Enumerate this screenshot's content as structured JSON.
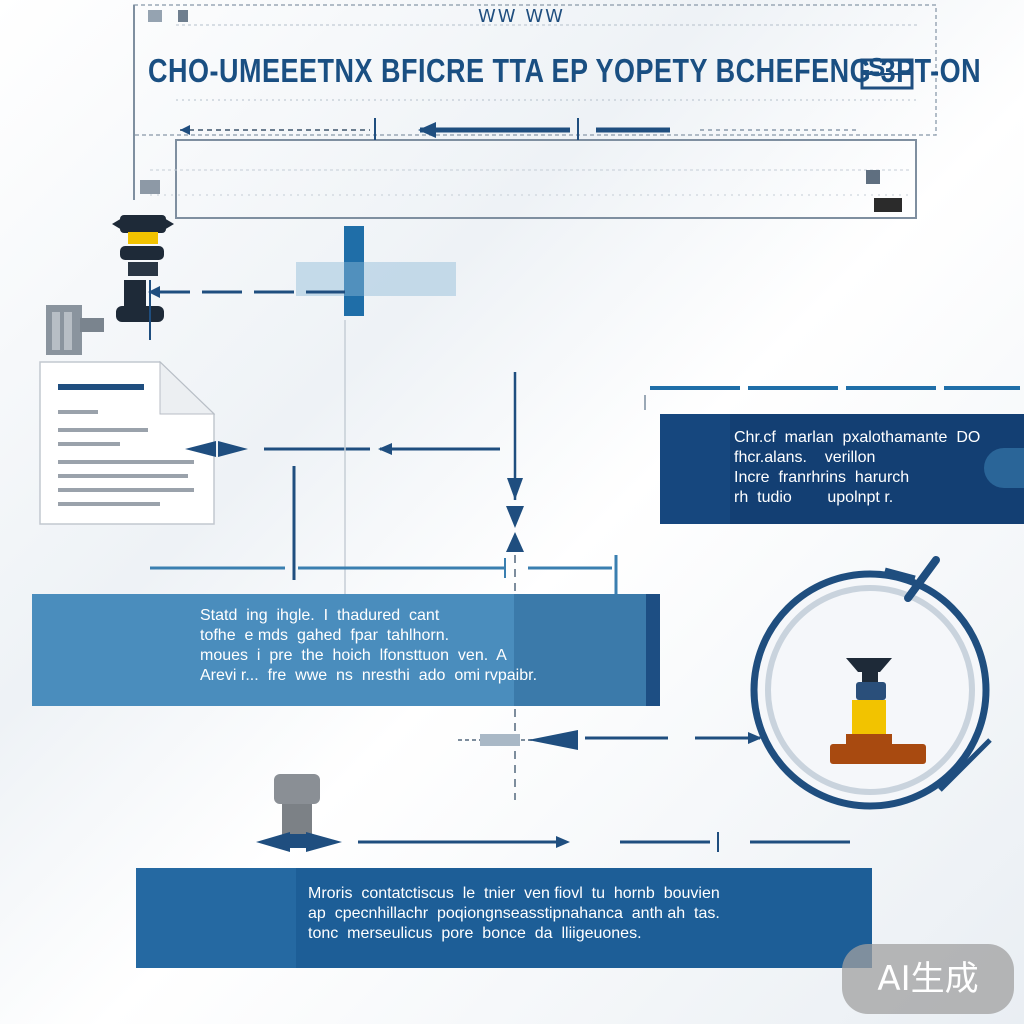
{
  "header": {
    "title": "CHO-UMEEETNX  BFICRE TTA EP YOPETY BCHEFENG-3PT-ON",
    "badge_text": "S",
    "tick_text": "WW  WW"
  },
  "panels": {
    "top_right": "Chr.cf  marlan  pxalothamante  DO\nfhcr.alans.    verillon\nIncre  franrhrins  harurch\nrh  tudio        upolnpt r.",
    "middle_left": "Statd  ing  ihgle.  I  thadured  cant\ntofhe  e mds  gahed  fpar  tahlhorn.\nmoues  i  pre  the  hoich  lfonsttuon  ven.  A\nArevi r...  fre  wwe  ns  nresthi  ado  omi rvpaibr.",
    "bottom": "Mroris  contatctiscus  le  tnier  ven fiovl  tu  hornb  bouvien\nap  cpecnhillachr  poqiongnseasstipnahanca  anth ah  tas.\ntonc  merseulicus  pore  bonce  da  lliigeuones."
  },
  "watermark": "AI生成",
  "colors": {
    "navy": "#1f4e7f",
    "dark_navy": "#133f73",
    "steel_blue": "#3a7fb0",
    "yellow": "#f2c300",
    "brown": "#a84a10"
  }
}
